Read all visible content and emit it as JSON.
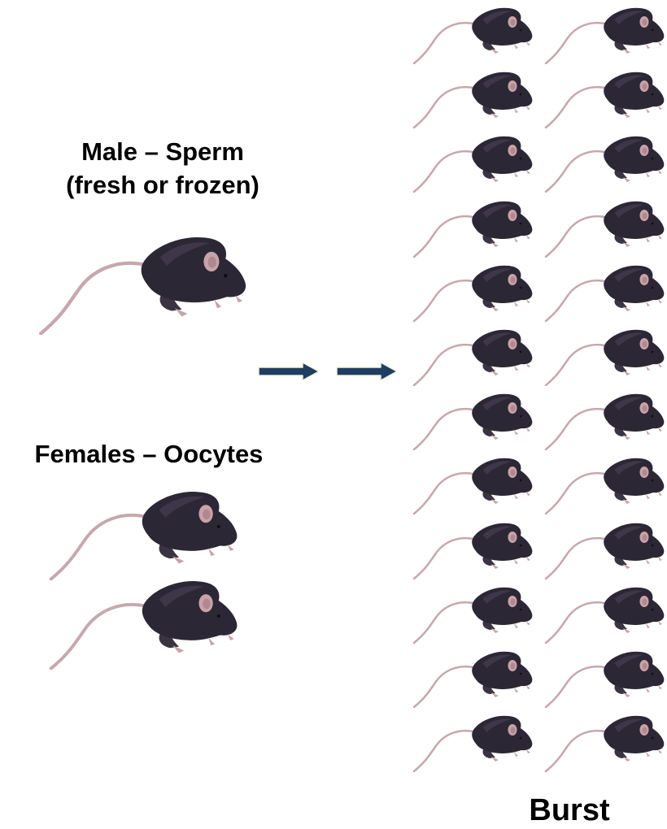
{
  "male": {
    "line1": "Male – Sperm",
    "line2": "(fresh or frozen)"
  },
  "females": {
    "label": "Females – Oocytes"
  },
  "burst": {
    "label": "Burst"
  },
  "colors": {
    "mouse_body": "#2c2735",
    "mouse_ear": "#c9a3a8",
    "mouse_tail": "#c7a7ad",
    "arrow_fill": "#1f3e62",
    "arrow_stroke": "#f4f0dc"
  },
  "icons": {
    "mouse": "mouse-icon",
    "arrow": "right-arrow-icon"
  },
  "burst_grid": {
    "rows": 12,
    "cols": 2
  }
}
